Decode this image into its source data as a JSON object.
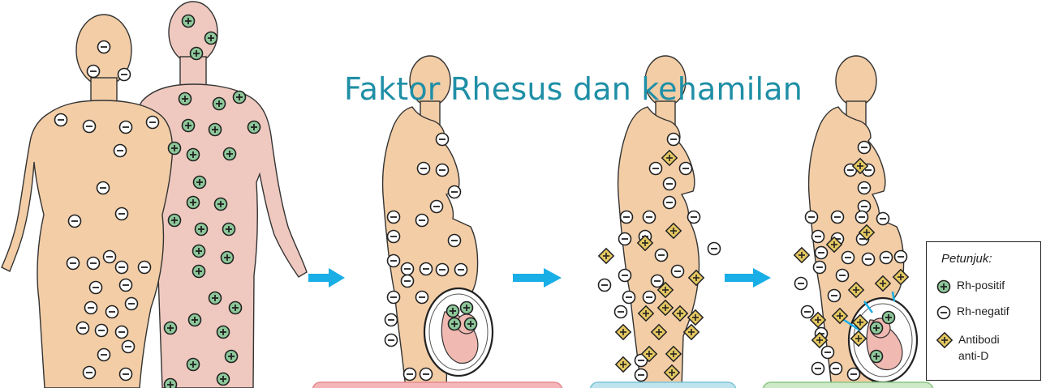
{
  "title": "Faktor Rhesus dan kehamilan",
  "legend": {
    "heading": "Petunjuk:",
    "rh_positive": "Rh-positif",
    "rh_negative": "Rh-negatif",
    "antibody_line1": "Antibodi",
    "antibody_line2": "anti-D"
  },
  "colors": {
    "title": "#1f8fa6",
    "skin_mother": "#f2cda6",
    "skin_father": "#efc9bf",
    "rh_positive_fill": "#8ec89a",
    "antibody_fill": "#e5c861",
    "arrow": "#19aee6"
  }
}
